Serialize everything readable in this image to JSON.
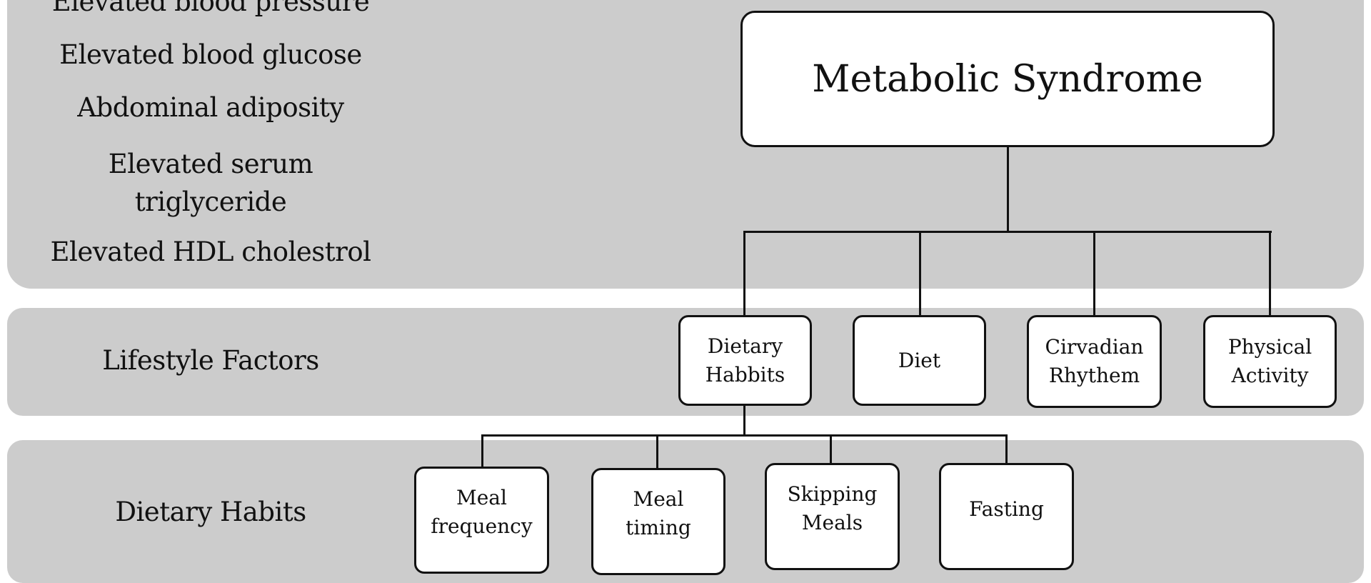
{
  "criteria": [
    "Elevated blood pressure",
    "Elevated blood glucose",
    "Abdominal adiposity",
    "Elevated serum\ntriglyceride",
    "Elevated HDL cholestrol"
  ],
  "rows": {
    "lifestyle": "Lifestyle Factors",
    "dietary": "Dietary Habits"
  },
  "root": "Metabolic Syndrome",
  "lifestyle_factors": [
    "Dietary\nHabbits",
    "Diet",
    "Cirvadian\nRhythem",
    "Physical\nActivity"
  ],
  "dietary_habits": [
    "Meal\nfrequency",
    "Meal\ntiming",
    "Skipping\nMeals",
    "Fasting"
  ],
  "colors": {
    "band": "#cccccc",
    "line": "#111111"
  }
}
